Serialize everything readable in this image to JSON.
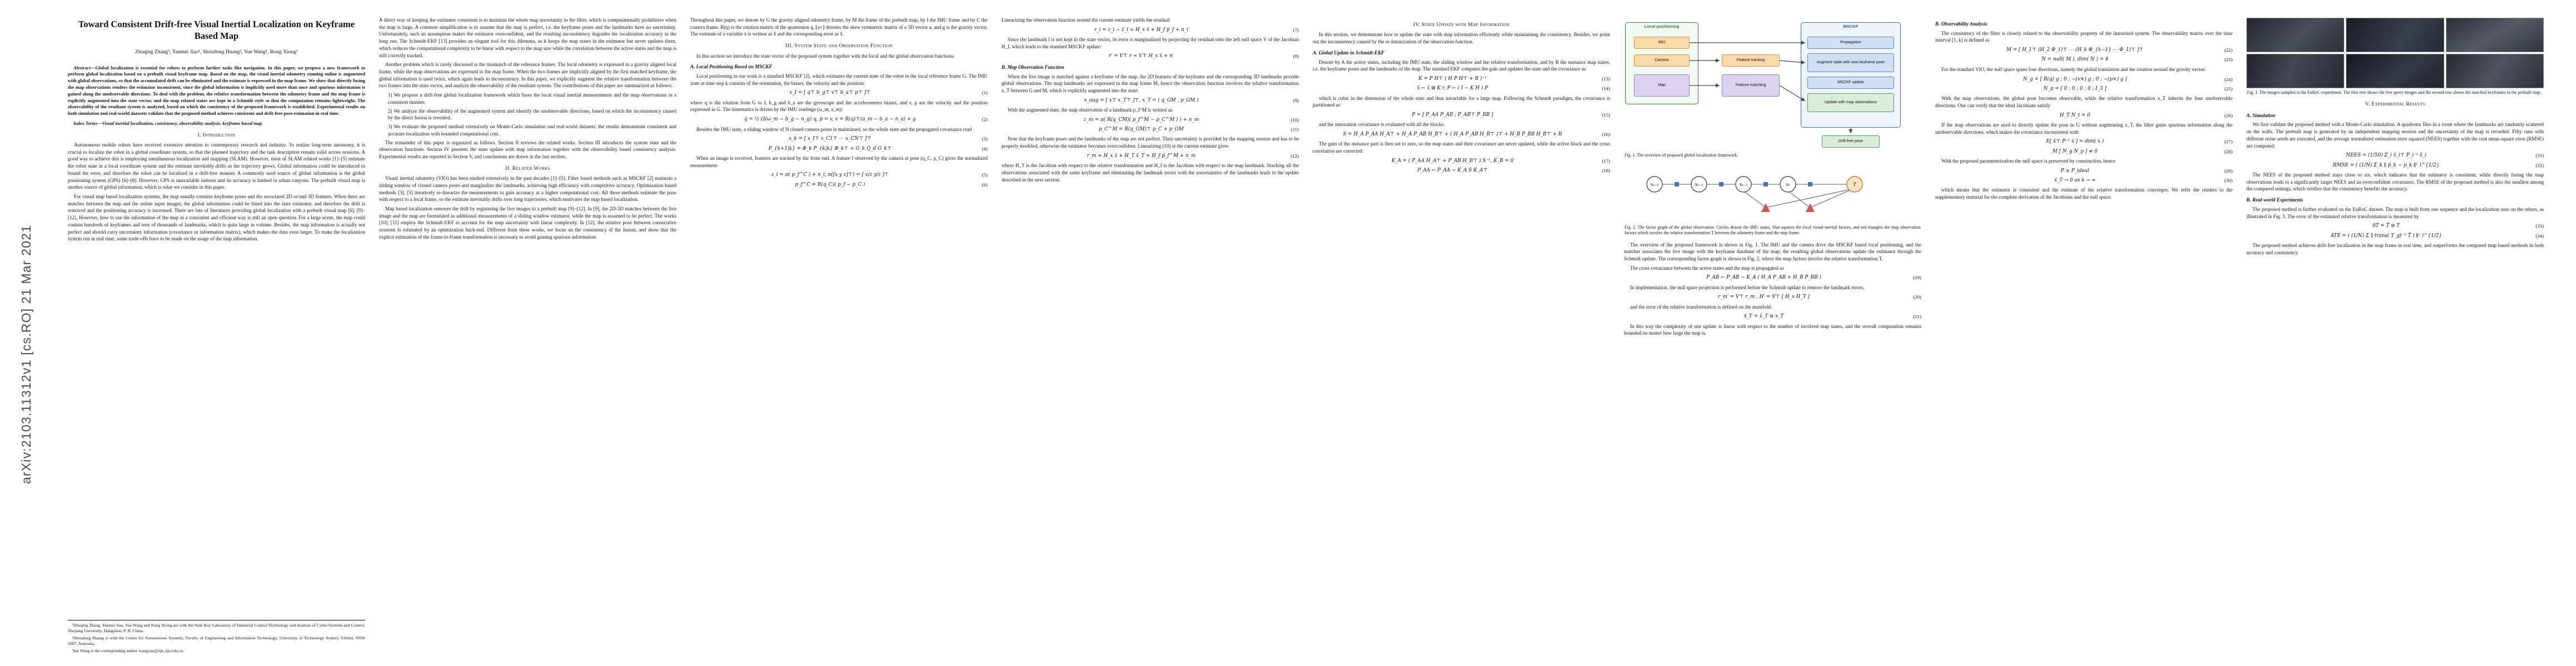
{
  "stamp": "arXiv:2103.11312v1  [cs.RO]  21 Mar 2021",
  "paper": {
    "title": "Toward Consistent Drift-free Visual Inertial Localization on Keyframe Based Map",
    "authors": "Zhuqing Zhang¹, Yanmei Jiao¹, Shoudong Huang², Yue Wang¹, Rong Xiong¹"
  },
  "c1": {
    "abstract": "Abstract—Global localization is essential for robots to perform further tasks like navigation. In this paper, we propose a new framework to perform global localization based on a prebuilt visual keyframe map. Based on the map, the visual inertial odometry running online is augmented with global observations, so that the accumulated drift can be eliminated and the estimate is expressed in the map frame. We show that directly fusing the map observations renders the estimator inconsistent, since the global information is implicitly used more than once and spurious information is gained along the unobservable directions. To deal with the problem, the relative transformation between the odometry frame and the map frame is explicitly augmented into the state vector, and the map related states are kept in a Schmidt style so that the computation remains lightweight. The observability of the resultant system is analyzed, based on which the consistency of the proposed framework is established. Experimental results on both simulation and real-world datasets validate that the proposed method achieves consistent and drift-free pose estimation in real time.",
    "index": "Index Terms—Visual inertial localization, consistency, observability analysis, keyframe based map.",
    "h1": "I. Introduction",
    "p1": "Autonomous mobile robots have received extensive attention in contemporary research and industry. To realize long-term autonomy, it is crucial to localize the robot in a global coordinate system, so that the planned trajectory and the task description remain valid across sessions. A good way to achieve this is employing simultaneous localization and mapping (SLAM). However, most of SLAM related works [1]–[5] estimate the robot state in a local coordinate system and the estimate inevitably drifts as the trajectory grows. Global information could be introduced to bound the error, and therefore the robot can be localized in a drift-free manner. A commonly used source of global information is the global positioning system (GPS) [6]–[8]. However, GPS is unavailable indoors and its accuracy is limited in urban canyons. The prebuilt visual map is another source of global information, which is what we consider in this paper.",
    "p2": "For visual map based localization systems, the map usually contains keyframe poses and the associated 2D or/and 3D features. When there are matches between the map and the online input images, the global information could be fused into the state estimator, and therefore the drift is removed and the positioning accuracy is increased. There are lots of literatures providing global localization with a prebuilt visual map [6], [9]–[12]. However, how to use the information of the map in a consistent and efficient way is still an open question. For a large scene, the map could contain hundreds of keyframes and tens of thousands of landmarks, which is quite large in volume. Besides, the map information is actually not perfect and should carry uncertainty information (covariance or information matrix), which makes the data even larger. To make the localization system run in real time, some trade-offs have to be made on the usage of the map information.",
    "fn1": "¹Zhuqing Zhang, Yanmei Jiao, Yue Wang and Rong Xiong are with the State Key Laboratory of Industrial Control Technology and Institute of Cyber-Systems and Control, Zhejiang University, Hangzhou, P. R. China.",
    "fn2": "²Shoudong Huang is with the Centre for Autonomous Systems, Faculty of Engineering and Information Technology, University of Technology Sydney, Ultimo, NSW 2007, Australia.",
    "fn3": "Yue Wang is the corresponding author wangyue@iipc.zju.edu.cn."
  },
  "c2": {
    "p1": "A direct way of keeping the estimator consistent is to maintain the whole map uncertainty in the filter, which is computationally prohibitive when the map is large. A common simplification is to assume that the map is perfect, i.e. the keyframe poses and the landmarks have no uncertainty. Unfortunately, such an assumption makes the estimator overconfident, and the resulting inconsistency degrades the localization accuracy in the long run. The Schmidt-EKF [13] provides an elegant tool for this dilemma, as it keeps the map states in the estimator but never updates them, which reduces the computational complexity to be linear with respect to the map size while the correlation between the active states and the map is still correctly tracked.",
    "p2": "Another problem which is rarely discussed is the mismatch of the reference frames. The local odometry is expressed in a gravity aligned local frame, while the map observations are expressed in the map frame. When the two frames are implicitly aligned by the first matched keyframe, the global information is used twice, which again leads to inconsistency. In this paper, we explicitly augment the relative transformation between the two frames into the state vector, and analyze the observability of the resultant system. The contributions of this paper are summarized as follows:",
    "i1": "1) We propose a drift-free global localization framework which fuses the local visual inertial measurements and the map observations in a consistent manner.",
    "i2": "2) We analyze the observability of the augmented system and identify the unobservable directions, based on which the inconsistency caused by the direct fusion is revealed.",
    "i3": "3) We evaluate the proposed method extensively on Monte-Carlo simulation and real-world datasets; the results demonstrate consistent and accurate localization with bounded computational cost.",
    "p3": "The remainder of this paper is organized as follows. Section II reviews the related works. Section III introduces the system state and the observation functions. Section IV presents the state update with map information together with the observability based consistency analysis. Experimental results are reported in Section V, and conclusions are drawn in the last section.",
    "h2": "II. Related Works",
    "p4": "Visual inertial odometry (VIO) has been studied extensively in the past decades [1]–[5]. Filter based methods such as MSCKF [2] maintain a sliding window of cloned camera poses and marginalize the landmarks, achieving high efficiency with competitive accuracy. Optimization based methods [3], [5] iteratively re-linearize the measurements to gain accuracy at a higher computational cost. All these methods estimate the pose with respect to a local frame, so the estimate inevitably drifts over long trajectories, which motivates the map based localization.",
    "p5": "Map based localization removes the drift by registering the live images to a prebuilt map [9]–[12]. In [9], the 2D-3D matches between the live image and the map are formulated as additional measurements of a sliding window estimator, while the map is assumed to be perfect. The works [10], [11] employ the Schmidt-EKF to account for the map uncertainty with linear complexity. In [12], the relative pose between consecutive sessions is estimated by an optimization back-end. Different from these works, we focus on the consistency of the fusion, and show that the explicit estimation of the frame-to-frame transformation is necessary to avoid gaining spurious information."
  },
  "c3": {
    "p1": "Throughout this paper, we denote by G the gravity aligned odometry frame, by M the frame of the prebuilt map, by I the IMU frame and by C the camera frame. R(q) is the rotation matrix of the quaternion q, ⌊a×⌋ denotes the skew symmetric matrix of a 3D vector a, and g is the gravity vector. The estimate of a variable x is written as x̂ and the corresponding error as x̃.",
    "h3": "III. System State and Observation Function",
    "p2": "In this section we introduce the state vector of the proposed system together with the local and the global observation functions.",
    "sA": "A. Local Positioning Based on MSCKF",
    "p3": "Local positioning in our work is a standard MSCKF [2], which estimates the current state of the robot in the local reference frame G. The IMU state at time step k consists of the orientation, the biases, the velocity and the position:",
    "e1": "x_I = [ q⊤   b_g⊤   v⊤   b_a⊤   p⊤ ]⊤",
    "e1n": "(1)",
    "p4": "where q is the rotation from G to I, b_g and b_a are the gyroscope and the accelerometer biases, and v, p are the velocity and the position expressed in G. The kinematics is driven by the IMU readings (ω_m, a_m):",
    "e2": "q̇ = ½ Ω(ω_m − b_g − n_g) q,    ṗ = v,    v̇ = R(q)⊤(a_m − b_a − n_a) + g",
    "e2n": "(2)",
    "p5": "Besides the IMU state, a sliding window of N cloned camera poses is maintained, so the whole state and the propagated covariance read",
    "e3": "x_k = [ x_I⊤   x_C1⊤  ⋯  x_CN⊤ ]⊤",
    "e3n": "(3)",
    "e4": "P_{k+1|k} = Φ_k P_{k|k} Φ_k⊤ + G_k Q_d G_k⊤",
    "e4n": "(4)",
    "p6": "When an image is received, features are tracked by the front end. A feature f observed by the camera at pose (q_C, p_C) gives the normalized measurement",
    "e5": "z_i = π( p_f^C ) + n_i,    π([x y z]⊤) = [ x/z   y/z ]⊤",
    "e5n": "(5)",
    "e6": "p_f^C = R(q_C)( p_f − p_C )",
    "e6n": "(6)"
  },
  "c4": {
    "p1": "Linearizing the observation function around the current estimate yields the residual",
    "e7": "r_i = z_i − ẑ_i ≈ H_x x̃ + H_f p̃_f + n_i",
    "e7n": "(7)",
    "p2": "Since the landmark f is not kept in the state vector, its error is marginalized by projecting the residual onto the left null space V of the Jacobian H_f, which leads to the standard MSCKF update:",
    "e8": "r′ = V⊤ r ≈ V⊤ H_x x̃ + n′",
    "e8n": "(8)",
    "sB": "B. Map Observation Function",
    "p3": "When the live image is matched against a keyframe of the map, the 2D features of the keyframe and the corresponding 3D landmarks provide global observations. The map landmarks are expressed in the map frame M, hence the observation function involves the relative transformation x_T between G and M, which is explicitly augmented into the state:",
    "e9": "x_aug = [ x⊤   x_T⊤ ]⊤,    x_T = ( q_GM ,  p_GM )",
    "e9n": "(9)",
    "p4": "With the augmented state, the map observation of a landmark p_f^M is written as",
    "e10": "z_m = π( R(q_CM)( p_f^M − p_C^M ) ) + n_m",
    "e10n": "(10)",
    "e11": "p_C^M = R(q_GM)⊤ p_C + p_GM",
    "e11n": "(11)",
    "p5": "Note that the keyframe poses and the landmarks of the map are not perfect. Their uncertainty is provided by the mapping session and has to be properly modeled, otherwise the estimator becomes overconfident. Linearizing (10) at the current estimate gives",
    "e12": "r_m ≈ H_x x̃ + H_T x̃_T + H_f p̃_f^M + n_m",
    "e12n": "(12)",
    "p6": "where H_T is the Jacobian with respect to the relative transformation and H_f is the Jacobian with respect to the map landmark. Stacking all the observations associated with the same keyframe and eliminating the landmark errors with the uncertainties of the landmarks leads to the update described in the next section."
  },
  "c5": {
    "h4": "IV. State Update with Map Information",
    "p1": "In this section, we demonstrate how to update the state with map information efficiently while maintaining the consistency. Besides, we point out the inconsistency caused by the re-linearization of the observation function.",
    "sA2": "A. Global Update in Schmidt-EKF",
    "p2": "Denote by A the active states, including the IMU state, the sliding window and the relative transformation, and by B the nuisance map states, i.e. the keyframe poses and the landmarks of the map. The standard EKF computes the gain and updates the state and the covariance as",
    "e13": "K = P H⊤ ( H P H⊤ + R )⁻¹",
    "e13n": "(13)",
    "e14": "x̂ ← x̂ ⊞ K r,    P ← ( I − K H ) P",
    "e14n": "(14)",
    "p3": "which is cubic in the dimension of the whole state and thus intractable for a large map. Following the Schmidt paradigm, the covariance is partitioned as",
    "e15": "P = [ P_AA   P_AB ;   P_AB⊤   P_BB ]",
    "e15n": "(15)",
    "p4": "and the innovation covariance is evaluated with all the blocks:",
    "e16": "S = H_A P_AA H_A⊤ + H_A P_AB H_B⊤ + ( H_A P_AB H_B⊤ )⊤ + H_B P_BB H_B⊤ + R",
    "e16n": "(16)",
    "p5": "The gain of the nuisance part is then set to zero, so the map states and their covariance are never updated, while the active block and the cross correlation are corrected:",
    "e17": "K_A = ( P_AA H_A⊤ + P_AB H_B⊤ ) S⁻¹,    K_B = 0",
    "e17n": "(17)",
    "e18": "P_AA ← P_AA − K_A S K_A⊤",
    "e18n": "(18)"
  },
  "c6": {
    "p1": "The overview of the proposed framework is shown in Fig. 1. The IMU and the camera drive the MSCKF based local positioning, and the matcher associates the live image with the keyframe database of the map; the resulting global observations update the estimator through the Schmidt update. The corresponding factor graph is shown in Fig. 2, where the map factors involve the relative transformation T.",
    "p2": "The cross covariance between the active states and the map is propagated as",
    "e19": "P_AB ← P_AB − K_A ( H_A P_AB + H_B P_BB )",
    "e19n": "(19)",
    "p3": "In implementation, the null space projection is performed before the Schmidt update to remove the landmark errors,",
    "e20": "r_m′ = V⊤ r_m ,    H′ = V⊤ [ H_x   H_T ]",
    "e20n": "(20)",
    "p4": "and the error of the relative transformation is defined on the manifold:",
    "e21": "x̃_T = x̂_T ⊖ x_T",
    "e21n": "(21)",
    "p5": "In this way the complexity of one update is linear with respect to the number of involved map states, and the overall computation remains bounded no matter how large the map is."
  },
  "c7": {
    "sB2": "B. Observability Analysis",
    "p1": "The consistency of the filter is closely related to the observability property of the linearized system. The observability matrix over the time interval [1, k] is defined as",
    "e22": "M = [ H_1⊤   (H_2 Φ_1)⊤   ⋯   (H_k Φ_{k−1} ⋯ Φ_1)⊤ ]⊤",
    "e22n": "(22)",
    "e23": "N = null( M ),    dim( N ) = 4",
    "e23n": "(23)",
    "p2": "For the standard VIO, the null space spans four directions, namely the global translation and the rotation around the gravity vector:",
    "e24": "N_g = [ R(q) g ;  0 ;  −⌊v×⌋ g ;  0 ;  −⌊p×⌋ g ]",
    "e24n": "(24)",
    "e25": "N_p = [ 0 ;  0 ;  0 ;  0 ;  I_3 ]",
    "e25n": "(25)",
    "p3": "With the map observations, the global pose becomes observable, while the relative transformation x_T inherits the four unobservable directions. One can verify that the ideal Jacobians satisfy",
    "e26": "H_T N_t = 0",
    "e26n": "(26)",
    "p4": "If the map observations are used to directly update the pose in G without augmenting x_T, the filter gains spurious information along the unobservable directions, which makes the covariance inconsistent with",
    "e27": "E[ x̃⊤ P⁻¹ x̃ ] = dim( x )",
    "e27n": "(27)",
    "e28": "M [ N_g   N_p ] ≠ 0",
    "e28n": "(28)",
    "p5": "With the proposed parameterization the null space is preserved by construction, hence",
    "e29": "P ≥ P_ideal",
    "e29n": "(29)",
    "e30": "x̃_T → 0   as   k → ∞",
    "e30n": "(30)",
    "p6": "which means that the estimator is consistent and the estimate of the relative transformation converges. We refer the readers to the supplementary material for the complete derivation of the Jacobians and the null space."
  },
  "c8": {
    "h5": "V. Experimental Results",
    "sSim": "A. Simulation",
    "p1": "We first validate the proposed method with a Monte-Carlo simulation. A quadrotor flies in a room where the landmarks are randomly scattered on the walls. The prebuilt map is generated by an independent mapping session and the uncertainty of the map is recorded. Fifty runs with different noise seeds are executed, and the average normalized estimation error squared (NEES) together with the root mean square error (RMSE) are computed:",
    "e31": "NEES = (1/50) Σ_i  x̃_i⊤ P_i⁻¹ x̃_i",
    "e31n": "(31)",
    "e32": "RMSE = ( (1/N) Σ_k ∥ p̂_k − p_k ∥² )^{1/2}",
    "e32n": "(32)",
    "p2": "The NEES of the proposed method stays close to six, which indicates that the estimator is consistent, while directly fusing the map observations leads to a significantly larger NEES and an overconfident covariance. The RMSE of the proposed method is also the smallest among the compared settings, which verifies that the consistency benefits the accuracy.",
    "sReal": "B. Real-world Experiments",
    "p3": "The proposed method is further evaluated on the EuRoC dataset. The map is built from one sequence and the localization runs on the others, as illustrated in Fig. 3. The error of the estimated relative transformation is measured by",
    "e33": "δT = T̂ ⊖ T",
    "e33n": "(33)",
    "e34": "ATE = ( (1/N) Σ ∥ trans( T_gt⁻¹ T̂ ) ∥² )^{1/2}",
    "e34n": "(34)",
    "p4": "The proposed method achieves drift-free localization in the map frame in real time, and outperforms the compared map based methods in both accuracy and consistency."
  },
  "fig1": {
    "group_local": "Local positioning",
    "imu": "IMU",
    "camera": "Camera",
    "map": "Map",
    "feature": "Feature tracking",
    "matches": "Feature matching",
    "group_msckf": "MSCKF",
    "prop": "Propagation",
    "augment": "Augment state with new keyframe pose",
    "update": "MSCKF update",
    "map_update": "Update with map observations",
    "output": "Drift-free pose",
    "caption": "Fig. 1.  The overview of proposed global localization framework."
  },
  "fig2": {
    "n1": "xₖ₋₃",
    "n2": "xₖ₋₂",
    "n3": "xₖ₋₁",
    "n4": "xₖ",
    "t": "T",
    "caption": "Fig. 2.  The factor graph of the global observation. Circles denote the IMU states, blue squares the local visual-inertial factors, and red triangles the map observation factors which involve the relative transformation T between the odometry frame and the map frame."
  },
  "fig3": {
    "caption": "Fig. 3.  The images sampled in the EuRoC experiment. The first row shows the live query images and the second row shows the matched keyframes in the prebuilt map."
  }
}
